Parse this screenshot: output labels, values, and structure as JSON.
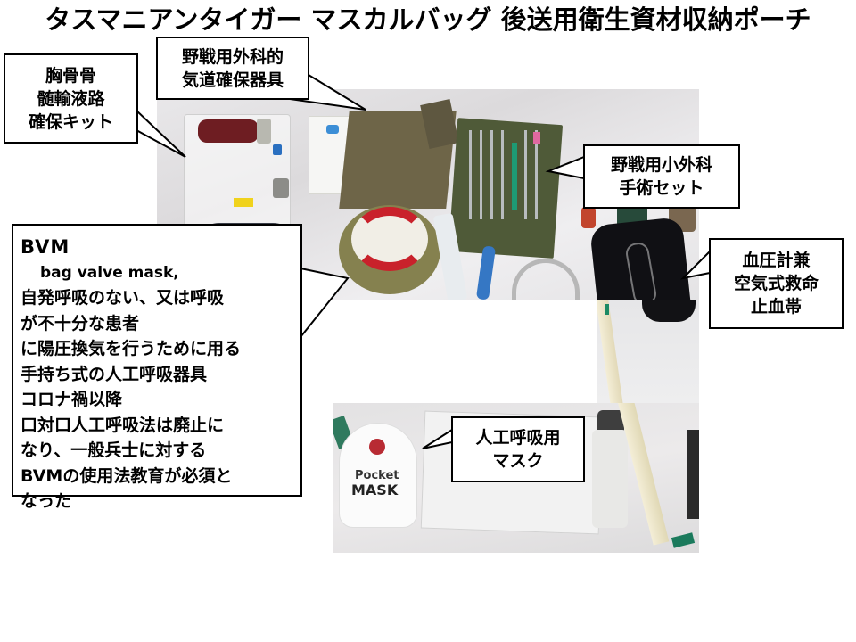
{
  "title": "タスマニアンタイガー マスカルバッグ  後送用衛生資材収納ポーチ",
  "callouts": {
    "sternal_io": {
      "lines": [
        "胸骨骨",
        "髄輸液路",
        "確保キット"
      ]
    },
    "airway": {
      "lines": [
        "野戦用外科的",
        "気道確保器具"
      ]
    },
    "surgical_set": {
      "lines": [
        "野戦用小外科",
        "手術セット"
      ]
    },
    "bp_tourniquet": {
      "lines": [
        "血圧計兼",
        "空気式救命",
        "止血帯"
      ]
    },
    "pocket_mask": {
      "lines": [
        "人工呼吸用",
        "マスク"
      ]
    },
    "bvm": {
      "abbr": "BVM",
      "full": "bag valve mask,",
      "lines": [
        "自発呼吸のない、又は呼吸",
        "が不十分な患者",
        "に陽圧換気を行うために用る",
        "手持ち式の人工呼吸器具",
        "コロナ禍以降",
        "口対口人工呼吸法は廃止に",
        "なり、一般兵士に対する",
        "BVMの使用法教育が必須と",
        "なった"
      ]
    }
  },
  "photo": {
    "product_labels": {
      "pocket_mask_line1": "Pocket",
      "pocket_mask_line2": "MASK"
    }
  },
  "colors": {
    "callout_border": "#000000",
    "callout_fill": "#ffffff",
    "background": "#ffffff"
  }
}
